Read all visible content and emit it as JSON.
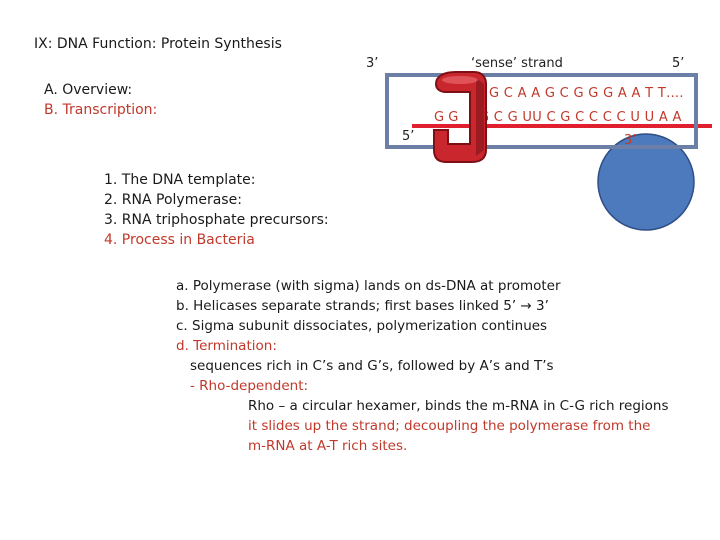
{
  "slide": {
    "title": "IX: DNA Function: Protein Synthesis",
    "overview": "A. Overview:",
    "transcription": "B. Transcription:",
    "items": [
      "1. The DNA template:",
      "2. RNA Polymerase:",
      "3. RNA triphosphate precursors:",
      "4. Process in Bacteria"
    ],
    "steps": {
      "a": "a. Polymerase (with sigma) lands on ds-DNA at promoter",
      "b_pre": "b. Helicases separate strands; first bases linked 5’ ",
      "b_arrow": "→",
      "b_post": " 3’",
      "c": "c. Sigma subunit dissociates, polymerization continues",
      "d": "d. Termination:",
      "d_desc": "sequences rich in C’s and G’s, followed by A’s and T’s",
      "rho_header": "- Rho-dependent:",
      "rho_1": "Rho – a circular hexamer, binds the m-RNA in C-G rich regions",
      "rho_2": "it slides up the strand; decoupling the polymerase from the",
      "rho_3": "m-RNA at A-T rich sites."
    }
  },
  "diagram": {
    "label_3prime_top": "3’",
    "label_sense": "‘sense’ strand",
    "label_5prime_top": "5’",
    "dna_seq": "G C A A G C G G G A A T T….",
    "rna_seq": "G C G  UU C G C C C C U U A A",
    "rna_left": "G G",
    "label_5prime_rna": "5’",
    "label_3prime_rna": "3’",
    "colors": {
      "polymerase_box": "#6c7fa6",
      "rho_circle": "#4d79bd",
      "rna_strand": "#e0202e",
      "red_text": "#c0392b"
    }
  }
}
